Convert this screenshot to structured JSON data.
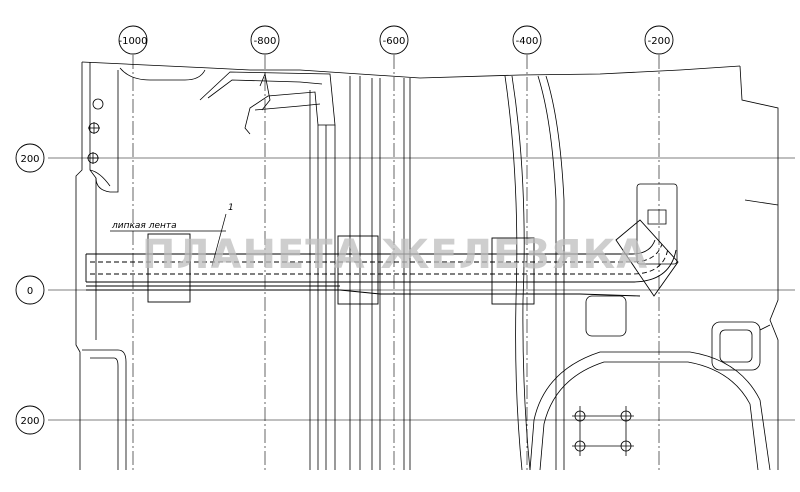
{
  "axes": {
    "x_labels": [
      "-1000",
      "-800",
      "-600",
      "-400",
      "-200"
    ],
    "y_labels": [
      "200",
      "0",
      "200"
    ]
  },
  "annotations": {
    "tape_label": "липкая лента",
    "callout_number": "1"
  },
  "watermark": "ПЛАНЕТА ЖЕЛЕЗЯКА",
  "colors": {
    "line": "#000000",
    "watermark": "#bdbdbd",
    "background": "#ffffff"
  }
}
